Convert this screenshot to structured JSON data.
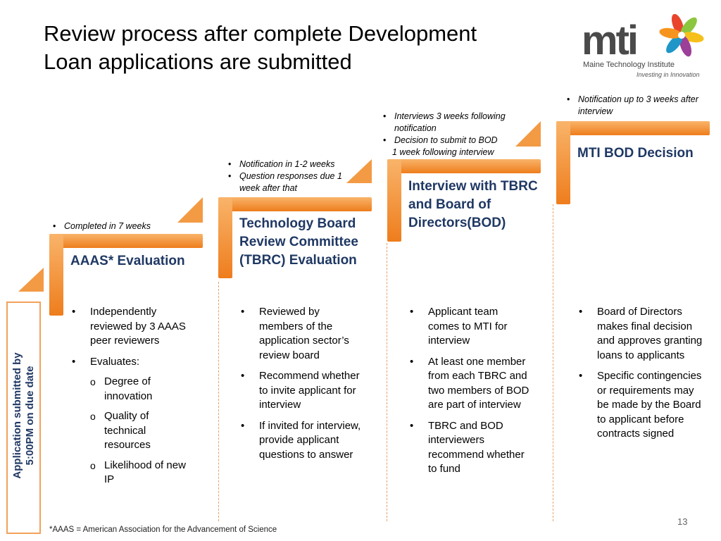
{
  "title_line1": "Review process after complete Development",
  "title_line2": "Loan applications are submitted",
  "logo": {
    "word": "mti",
    "name": "Maine Technology Institute",
    "tagline": "Investing in Innovation",
    "petal_colors": [
      "#e8452c",
      "#8cc63f",
      "#f6c01b",
      "#9c3f98",
      "#1e96c8",
      "#f7941d"
    ]
  },
  "colors": {
    "step_orange": "#ee7d1d",
    "step_title_blue": "#1f3864"
  },
  "side_label": {
    "line1": "Application submitted by",
    "line2": "5:00PM on due date"
  },
  "steps": [
    {
      "title": "AAAS* Evaluation",
      "notes": [
        "Completed in 7 weeks"
      ],
      "bullets": [
        {
          "text": "Independently reviewed by 3 AAAS peer reviewers"
        },
        {
          "text": "Evaluates:",
          "sub": [
            "Degree of innovation",
            "Quality of technical resources",
            "Likelihood of new IP"
          ]
        }
      ]
    },
    {
      "title": "Technology Board Review Committee (TBRC) Evaluation",
      "notes": [
        "Notification in 1-2 weeks",
        "Question responses due 1 week after that"
      ],
      "bullets": [
        {
          "text": "Reviewed by members of the application sector’s review board"
        },
        {
          "text": "Recommend whether to invite applicant for interview"
        },
        {
          "text": "If invited for interview, provide applicant questions to answer"
        }
      ]
    },
    {
      "title": "Interview with TBRC and Board of Directors(BOD)",
      "notes": [
        "Interviews 3 weeks following notification",
        "Decision to submit to BOD"
      ],
      "note_continuation": "1 week following interview",
      "bullets": [
        {
          "text": "Applicant  team comes to MTI for interview"
        },
        {
          "text": "At least one member from each TBRC and two members of BOD are part of interview"
        },
        {
          "text": "TBRC and BOD interviewers recommend whether to fund"
        }
      ]
    },
    {
      "title": "MTI BOD Decision",
      "notes": [
        "Notification up to  3 weeks after interview"
      ],
      "bullets": [
        {
          "text": "Board of Directors makes final decision and approves granting loans to applicants"
        },
        {
          "text": "Specific contingencies or requirements may be made by the Board to applicant before contracts signed"
        }
      ]
    }
  ],
  "footnote": "*AAAS = American Association for the Advancement of Science",
  "page_number": "13"
}
